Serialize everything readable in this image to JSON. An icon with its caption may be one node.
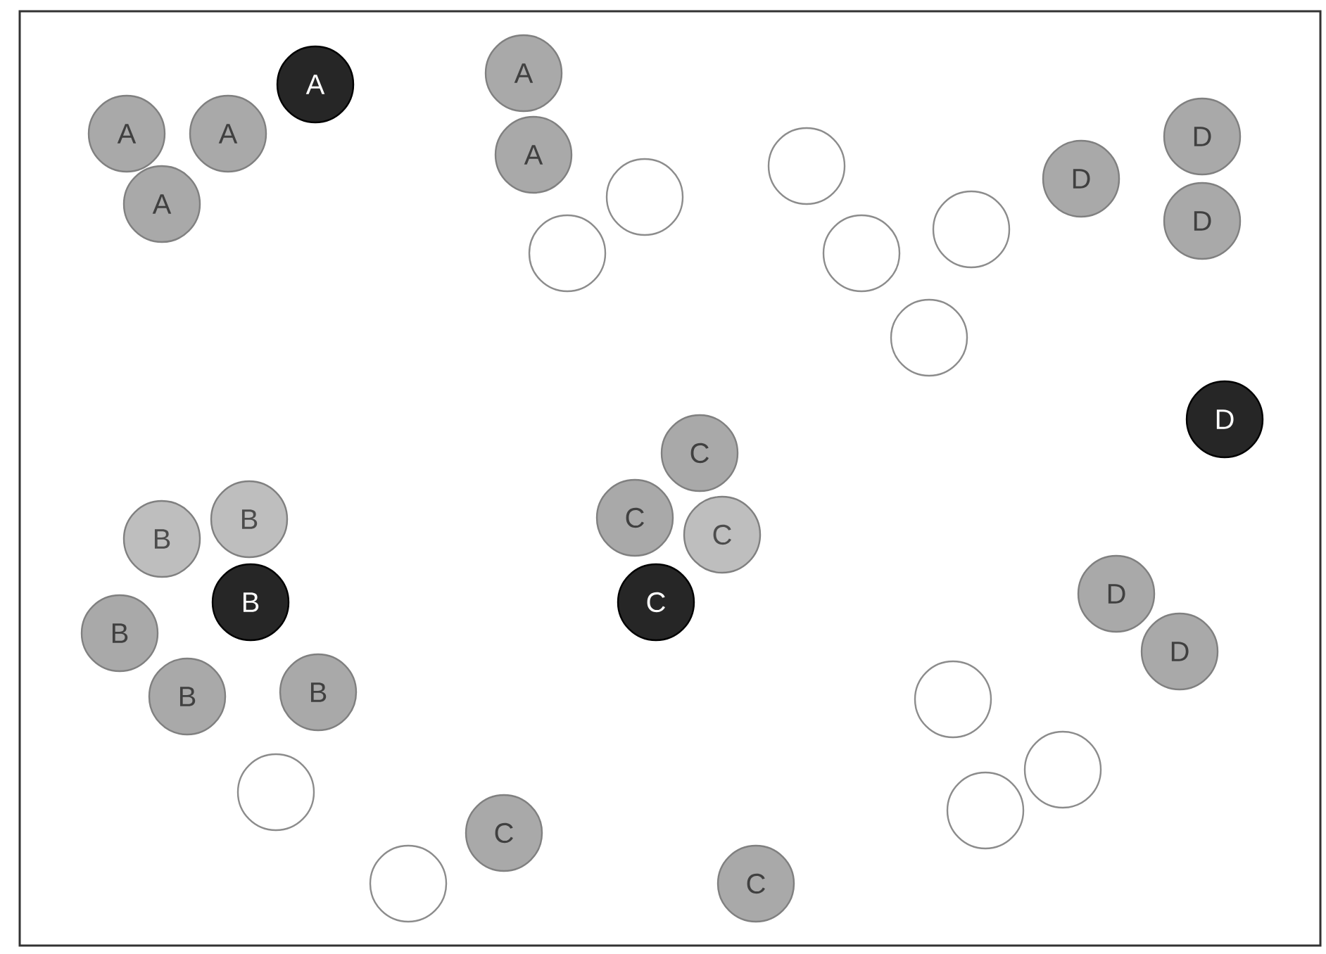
{
  "diagram": {
    "nodes": [
      {
        "text": [
          "A"
        ]
      },
      {
        "text": [
          "A"
        ]
      },
      {
        "text": [
          "A"
        ]
      },
      {
        "text": [
          "A"
        ]
      },
      {
        "text": [
          "D"
        ]
      },
      {
        "text": [
          "A"
        ]
      },
      {
        "text": [],
        "shape": "circle"
      },
      {
        "text": [
          "D"
        ]
      },
      {
        "text": [],
        "shape": "circle"
      },
      {
        "text": [
          "A"
        ]
      },
      {
        "text": [
          "D"
        ]
      },
      {
        "text": [],
        "shape": "circle"
      },
      {
        "text": [],
        "shape": "circle"
      },
      {
        "text": [],
        "shape": "circle"
      },
      {
        "text": [],
        "shape": "circle"
      },
      {
        "text": [
          "D"
        ]
      },
      {
        "text": [
          "C"
        ]
      },
      {
        "text": [
          "C"
        ]
      },
      {
        "text": [
          "B"
        ]
      },
      {
        "text": [
          "C"
        ]
      },
      {
        "text": [
          "B"
        ]
      },
      {
        "text": [
          "D"
        ]
      },
      {
        "text": [
          "B"
        ]
      },
      {
        "text": [
          "C"
        ]
      },
      {
        "text": [
          "B"
        ]
      },
      {
        "text": [
          "D"
        ]
      },
      {
        "text": [
          "B"
        ]
      },
      {
        "text": [
          "B"
        ]
      },
      {
        "text": [],
        "shape": "circle"
      },
      {
        "text": [],
        "shape": "circle"
      },
      {
        "text": [],
        "shape": "circle"
      },
      {
        "text": [],
        "shape": "circle"
      },
      {
        "text": [
          "C"
        ]
      },
      {
        "text": [],
        "shape": "circle"
      },
      {
        "text": [
          "C"
        ]
      }
    ]
  }
}
